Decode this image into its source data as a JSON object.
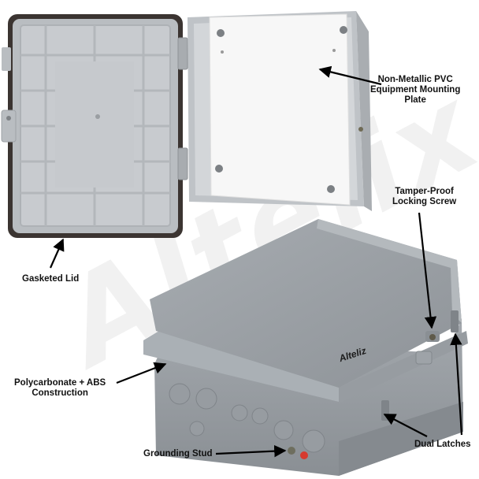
{
  "watermark": "Altelix",
  "box_logo": "Alteliz",
  "callouts": {
    "mounting_plate": [
      "Non-Metallic PVC",
      "Equipment Mounting",
      "Plate"
    ],
    "locking_screw": [
      "Tamper-Proof",
      "Locking Screw"
    ],
    "gasketed_lid": [
      "Gasketed Lid"
    ],
    "construction": [
      "Polycarbonate + ABS",
      "Construction"
    ],
    "dual_latches": [
      "Dual Latches"
    ],
    "grounding_stud": [
      "Grounding Stud"
    ]
  },
  "colors": {
    "enclosure_gray": "#9ea3a8",
    "lid_inner": "#c9ccd0",
    "gasket": "#3a3330",
    "plate_white": "#f6f6f6",
    "arrow": "#000000"
  }
}
